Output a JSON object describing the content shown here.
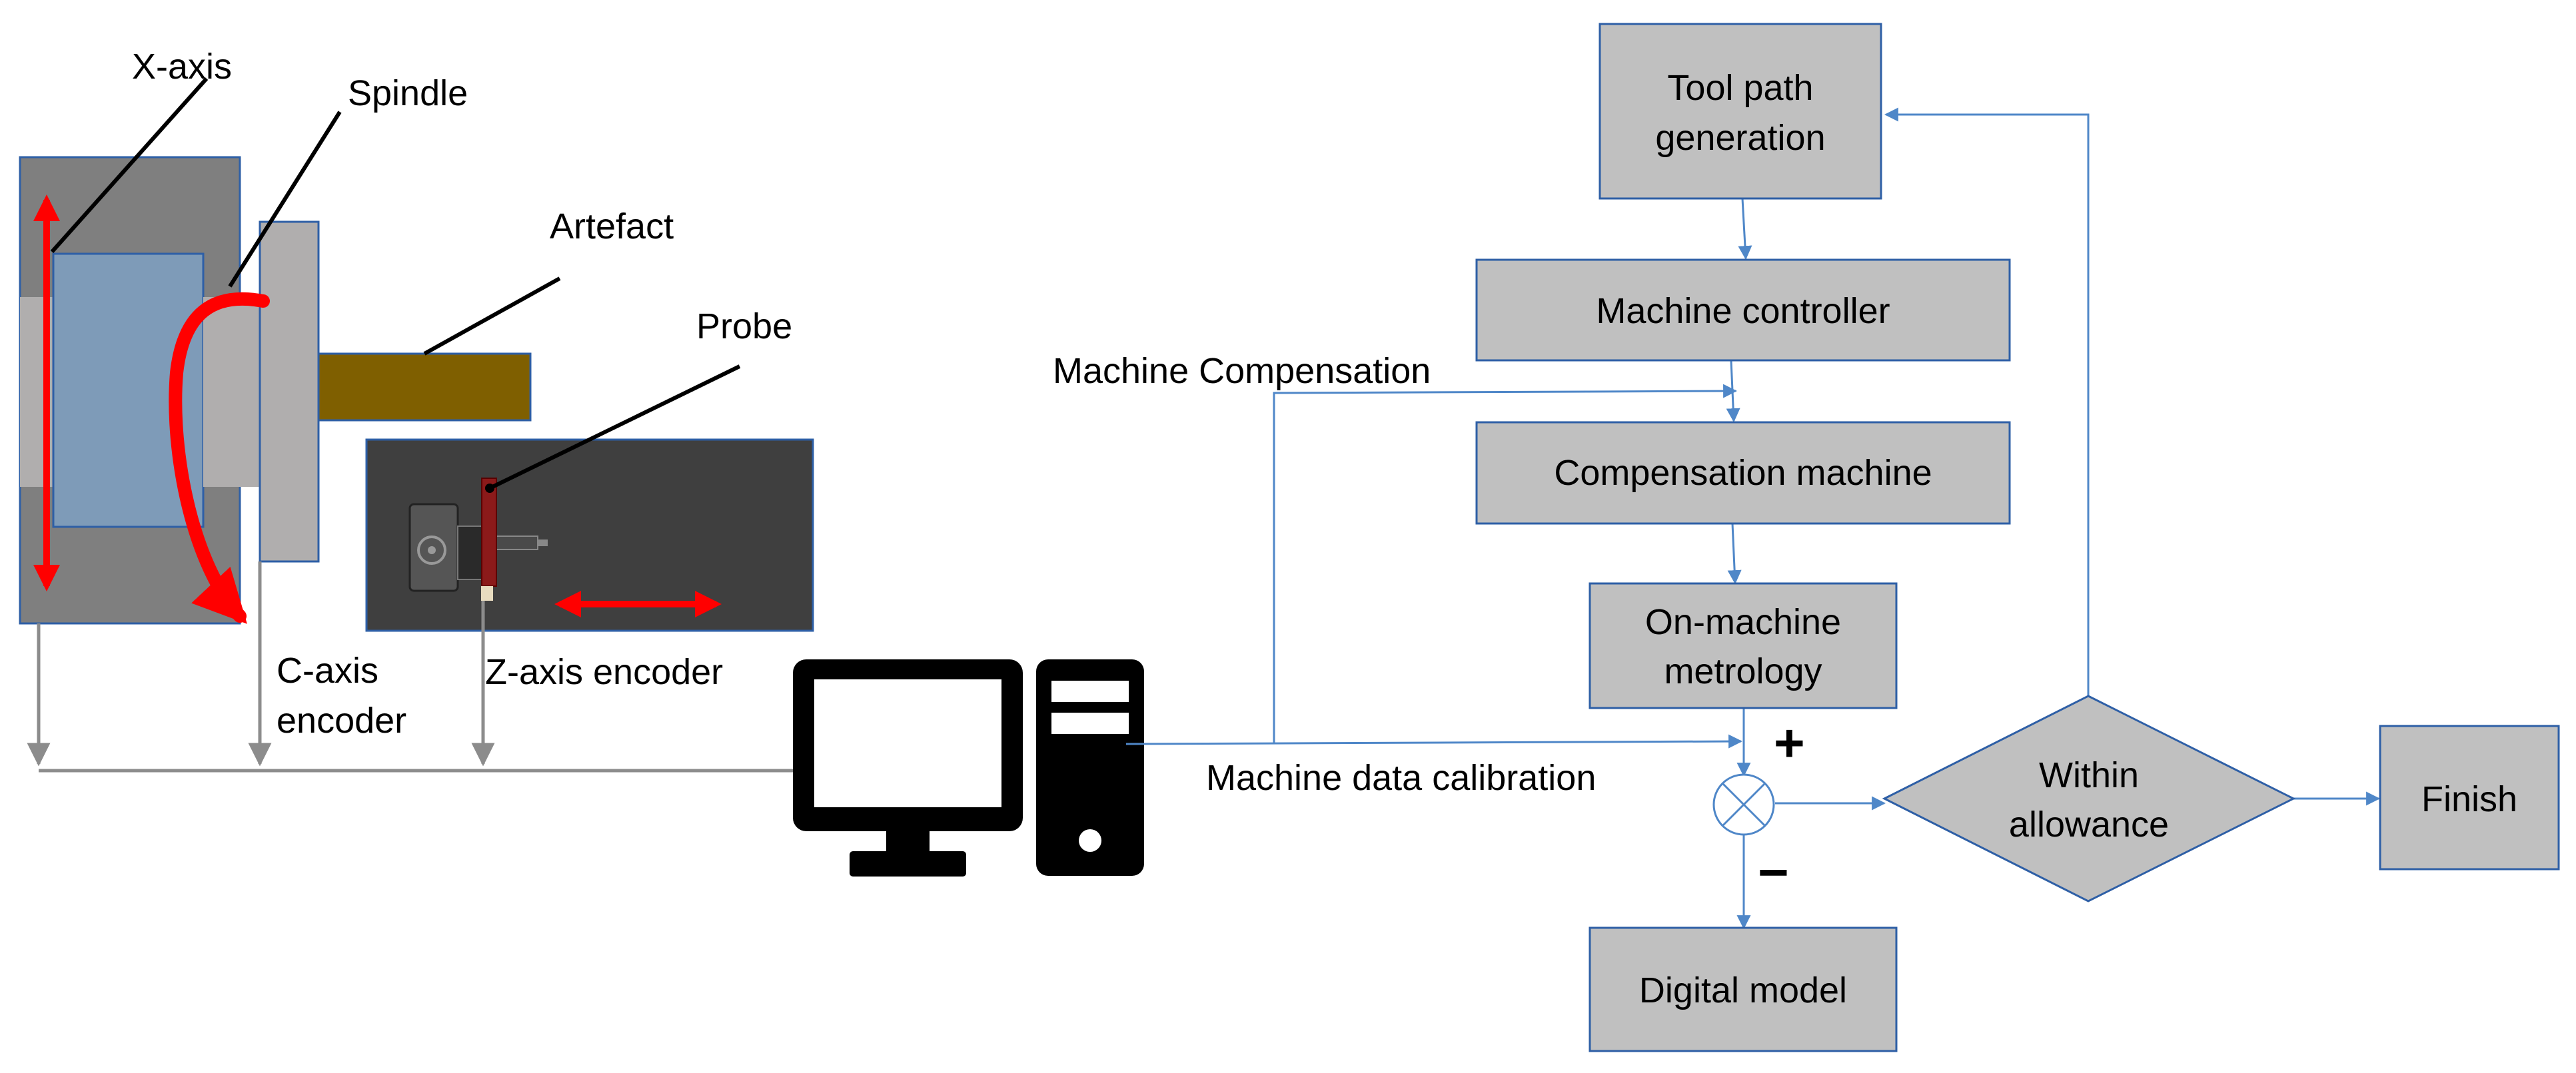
{
  "colors": {
    "box_fill": "#c0c0c0",
    "box_stroke": "#2e5fa6",
    "flow_line": "#4f87c8",
    "machine_dark": "#7f7f7f",
    "spindle_blue": "#7e9bb8",
    "chuck": "#b0aeae",
    "artefact": "#7f5f00",
    "probe_stage": "#3f3f3f",
    "motion_arrow": "#ff0000",
    "signal_line": "#8c8c8c",
    "computer": "#000000"
  },
  "machine_labels": {
    "x_axis": "X-axis",
    "spindle": "Spindle",
    "artefact": "Artefact",
    "probe": "Probe",
    "c_axis_line1": "C-axis",
    "c_axis_line2": "encoder",
    "z_axis": "Z-axis encoder"
  },
  "flow": {
    "tool_path_line1": "Tool path",
    "tool_path_line2": "generation",
    "machine_controller": "Machine controller",
    "compensation_machine": "Compensation machine",
    "metrology_line1": "On-machine",
    "metrology_line2": "metrology",
    "digital_model": "Digital model",
    "decision_line1": "Within",
    "decision_line2": "allowance",
    "finish": "Finish",
    "plus": "+",
    "minus": "−"
  },
  "links": {
    "machine_compensation": "Machine Compensation",
    "machine_data_calibration": "Machine data calibration"
  },
  "icons": {
    "computer": "desktop-computer-icon",
    "summing_junction": "summing-junction-icon",
    "probe_head": "probe-head-icon"
  }
}
